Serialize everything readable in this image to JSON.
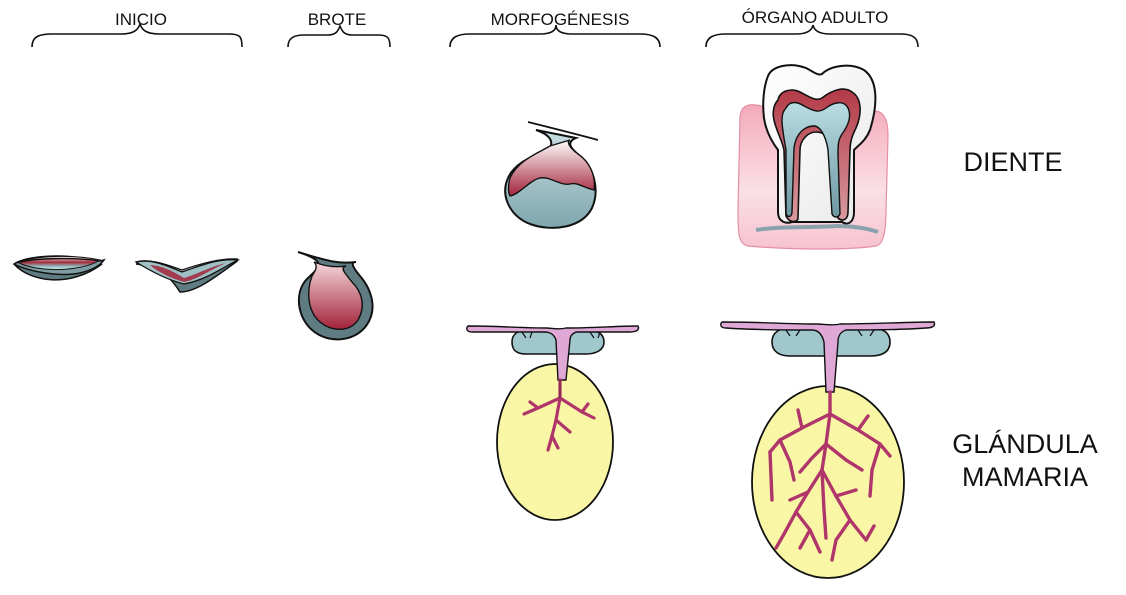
{
  "stages": {
    "inicio": "INICIO",
    "brote": "BROTE",
    "morfogenesis": "MORFOGÉNESIS",
    "organo_adulto": "ÓRGANO ADULTO"
  },
  "organs": {
    "diente": "DIENTE",
    "glandula_line1": "GLÁNDULA",
    "glandula_line2": "MAMARIA"
  },
  "colors": {
    "outline": "#111111",
    "tissue_red": "#a32b3a",
    "tissue_blue": "#9fc7cc",
    "epithelium_gray": "#5f7c82",
    "gum_pink": "#f6c3cf",
    "mammary_pink": "#e0a8d6",
    "fat_pad_yellow": "#f9f7a5",
    "duct_branch": "#b0356a"
  }
}
